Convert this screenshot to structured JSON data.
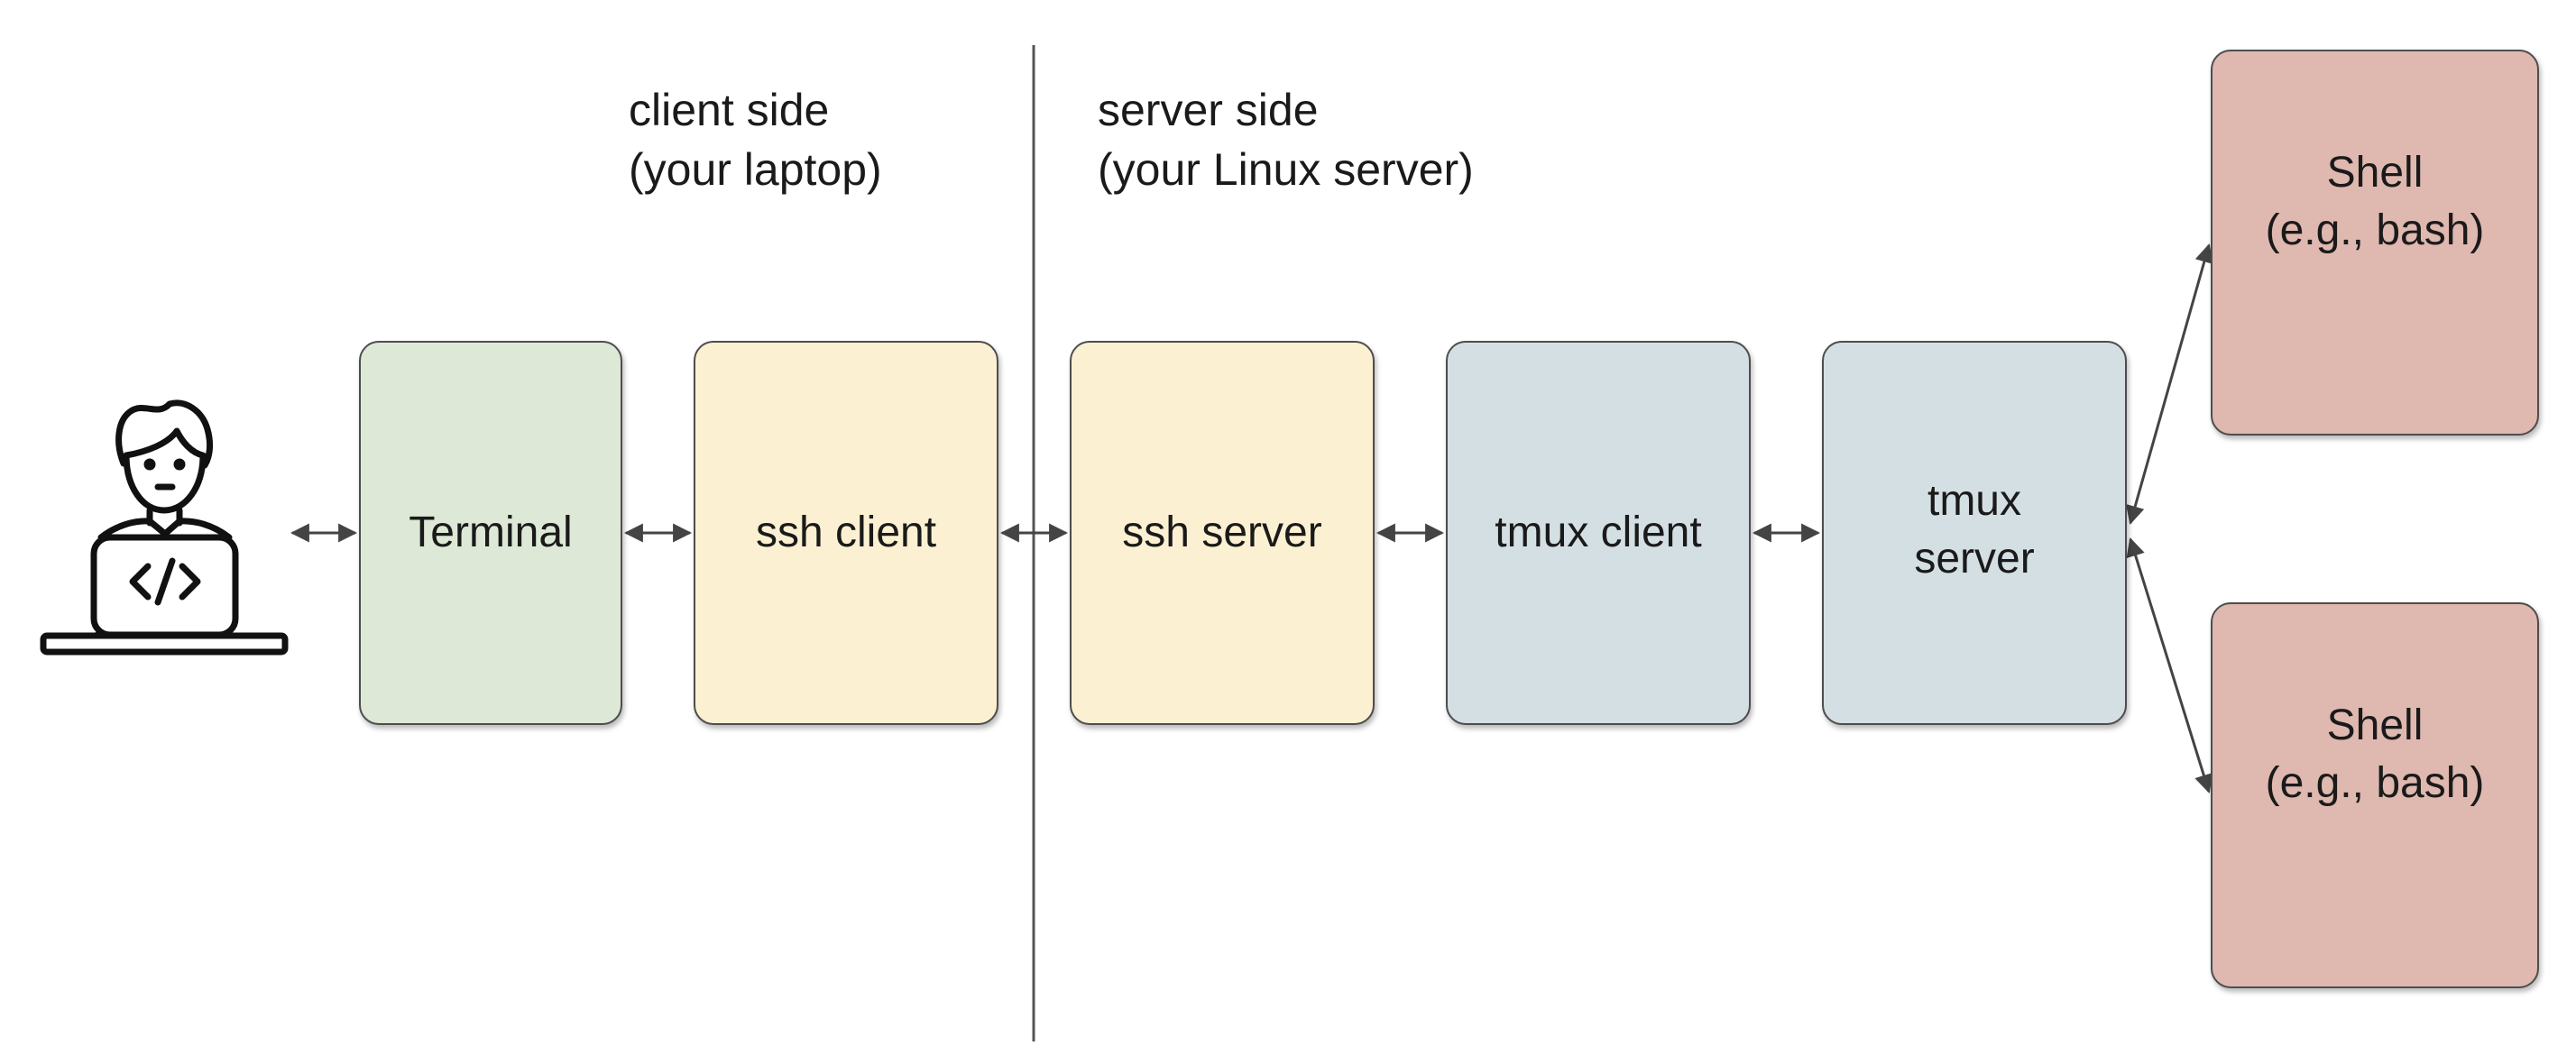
{
  "sides": {
    "client": {
      "line1": "client side",
      "line2": "(your laptop)"
    },
    "server": {
      "line1": "server side",
      "line2": "(your Linux server)"
    }
  },
  "boxes": {
    "terminal": {
      "label": "Terminal",
      "color": "#dde8d6"
    },
    "ssh_client": {
      "label": "ssh client",
      "color": "#fbf1d2"
    },
    "ssh_server": {
      "label": "ssh server",
      "color": "#fbf1d2"
    },
    "tmux_client": {
      "label": "tmux client",
      "color": "#d4dfe4"
    },
    "tmux_server": {
      "line1": "tmux",
      "line2": "server",
      "color": "#d4dfe4"
    },
    "shell_1": {
      "line1": "Shell",
      "line2": "(e.g., bash)",
      "color": "#dfb8b0"
    },
    "shell_2": {
      "line1": "Shell",
      "line2": "(e.g., bash)",
      "color": "#dfb8b0"
    }
  },
  "icons": {
    "user": "developer-at-laptop-icon"
  }
}
